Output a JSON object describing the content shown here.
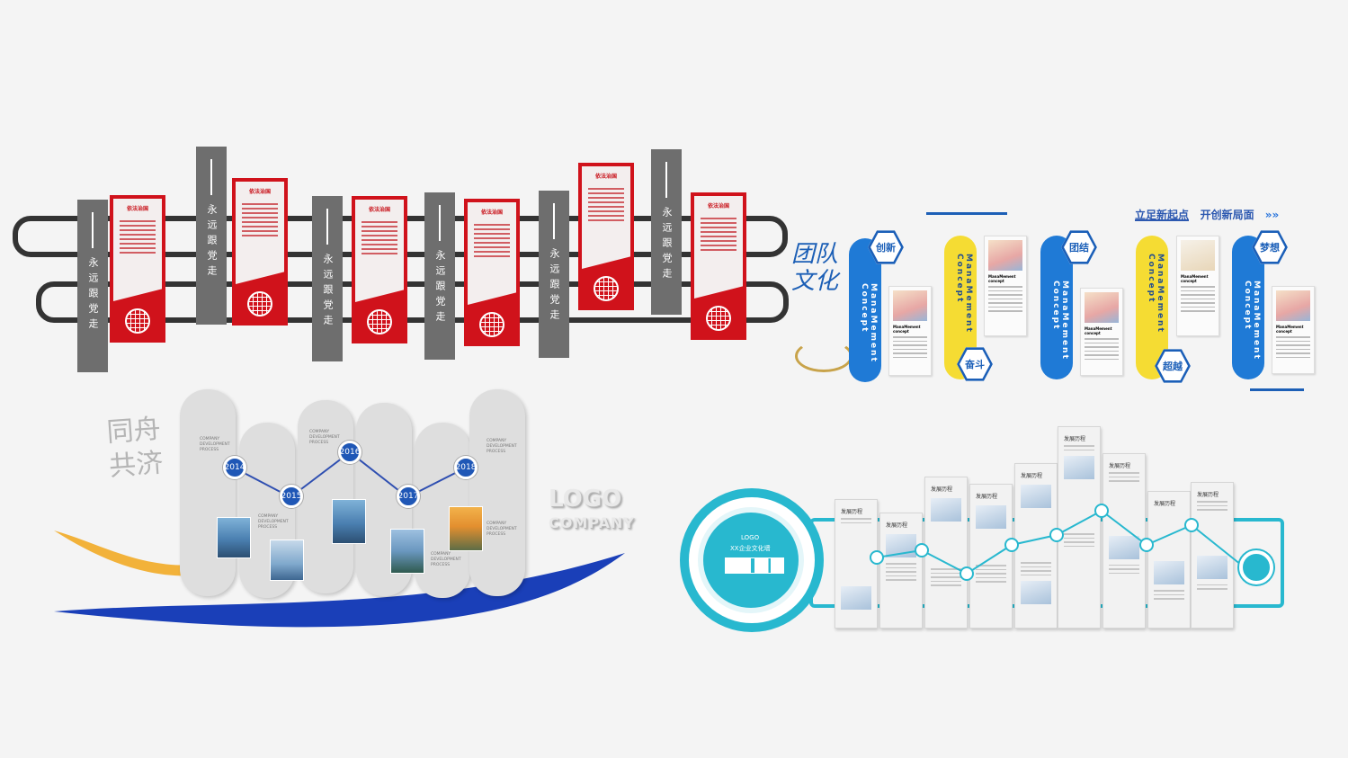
{
  "red_wall": {
    "slogan": "永远跟党走",
    "panel_title": "依法治国"
  },
  "culture_wall": {
    "main_title": "团队文化",
    "top_slogan_1": "立足新起点",
    "top_slogan_2": "开创新局面",
    "bar_label": "ManaMement Concept",
    "card_title": "ManaMement concept",
    "hex_labels": [
      "创新",
      "奋斗",
      "团结",
      "超越",
      "梦想"
    ],
    "colors": {
      "blue": "#1f7ad6",
      "yellow": "#f5dc33"
    }
  },
  "timeline_wall": {
    "title": "同舟共济",
    "years": [
      "2014",
      "2015",
      "2016",
      "2017",
      "2018"
    ],
    "caption": "COMPANY DEVELOPMENT PROCESS",
    "logo": "LOGO",
    "company": "COMPANY"
  },
  "cyan_wall": {
    "logo": "LOGO",
    "subtitle": "XX企业文化墙",
    "column_titles": [
      "发展历程",
      "发展历程",
      "发展历程",
      "发展历程",
      "发展历程",
      "发展历程",
      "发展历程",
      "发展历程",
      "发展历程"
    ],
    "colors": {
      "accent": "#28b8cf"
    }
  }
}
